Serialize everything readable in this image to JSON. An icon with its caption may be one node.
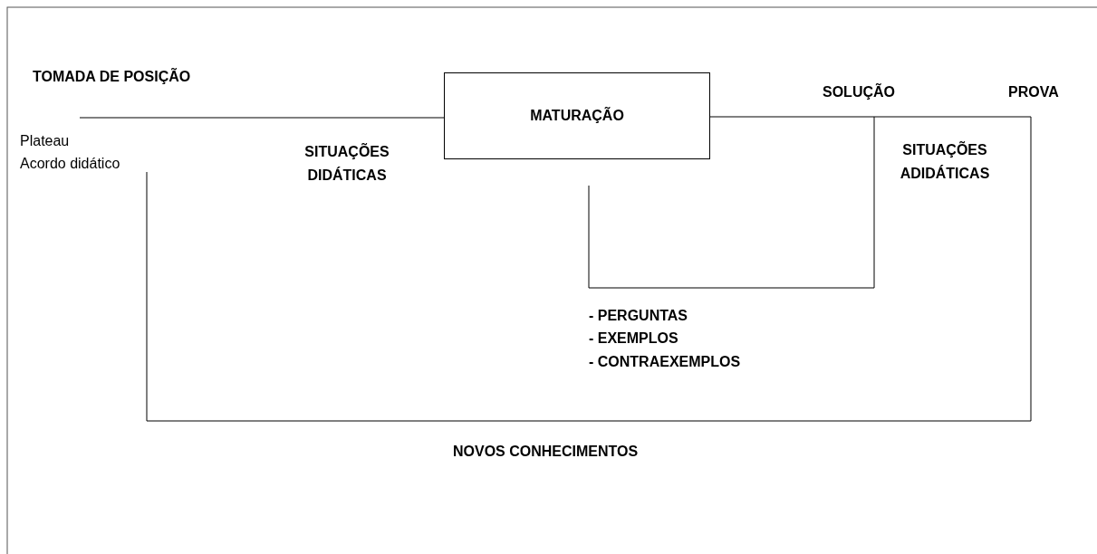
{
  "diagram": {
    "nodes": [
      {
        "text": [
          "MATURAÇÃO"
        ]
      }
    ],
    "edges": [],
    "labels": [
      "TOMADA DE POSIÇÃO",
      "SOLUÇÃO",
      "PROVA",
      "Plateau",
      "Acordo didático",
      "SITUAÇÕES DIDÁTICAS",
      "SITUAÇÕES ADIDÁTICAS",
      "- PERGUNTAS",
      "- EXEMPLOS",
      "- CONTRAEXEMPLOS",
      "NOVOS CONHECIMENTOS"
    ]
  }
}
